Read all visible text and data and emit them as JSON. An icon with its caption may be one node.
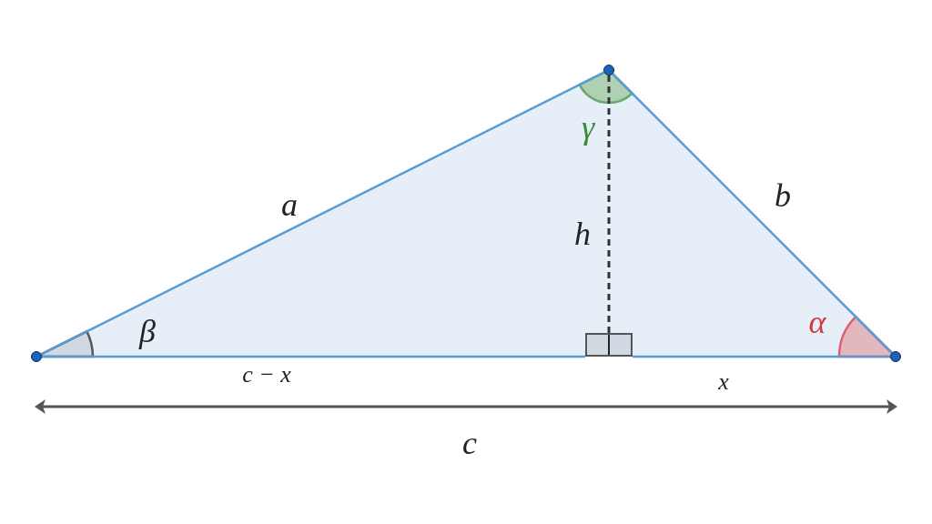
{
  "diagram": {
    "nodes": [
      {
        "text": [],
        "shape": "circle"
      },
      {
        "text": [],
        "shape": "circle"
      },
      {
        "text": [],
        "shape": "circle"
      },
      {
        "text": [],
        "shape": "box"
      }
    ],
    "edges": [
      {
        "from": 0,
        "to": 1,
        "arrow": "none",
        "label": "a"
      },
      {
        "from": 1,
        "to": 2,
        "arrow": "none",
        "label": "b"
      },
      {
        "from": 0,
        "to": 3,
        "arrow": "none",
        "label": "c − x"
      },
      {
        "from": 3,
        "to": 2,
        "arrow": "none",
        "label": "x"
      },
      {
        "from": 1,
        "to": 3,
        "arrow": "none",
        "label": "h",
        "style": "dashed",
        "color": "#333333"
      }
    ],
    "labels": [
      "β",
      "γ",
      "α",
      "c"
    ]
  }
}
